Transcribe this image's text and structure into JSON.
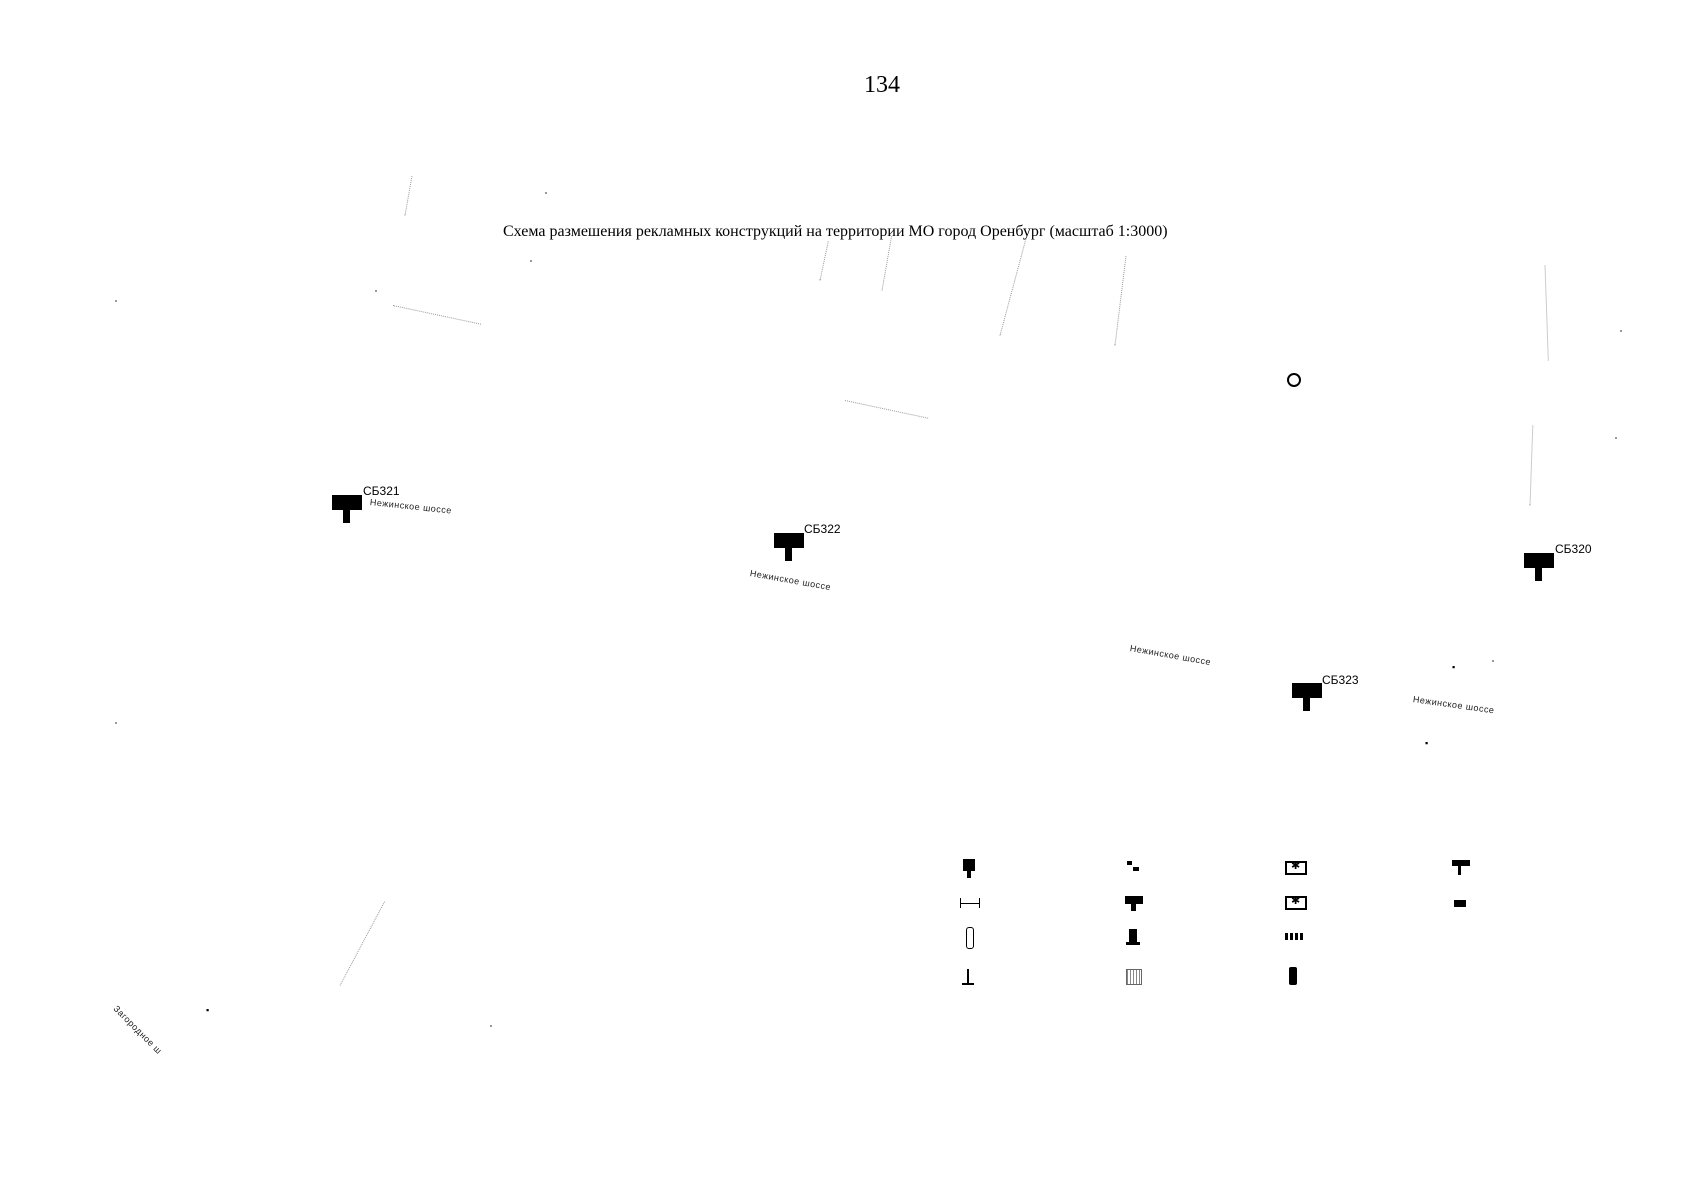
{
  "page_number": "134",
  "title": "Схема размешения рекламных конструкций на территории МО город Оренбург (масштаб 1:3000)",
  "billboards": [
    {
      "id": "СБ321"
    },
    {
      "id": "СБ322"
    },
    {
      "id": "СБ320"
    },
    {
      "id": "СБ323"
    }
  ],
  "streets": {
    "s1": "Нежинское шоссе",
    "s2": "Нежинское шоссе",
    "s3": "Нежинское шоссе",
    "s4": "Нежинское шоссе",
    "s5": "Загородное ш"
  },
  "legend": {
    "title": "",
    "items": [
      "",
      "",
      "",
      "",
      "",
      "",
      "",
      "",
      "",
      "",
      "",
      "",
      "",
      "",
      "",
      ""
    ]
  }
}
